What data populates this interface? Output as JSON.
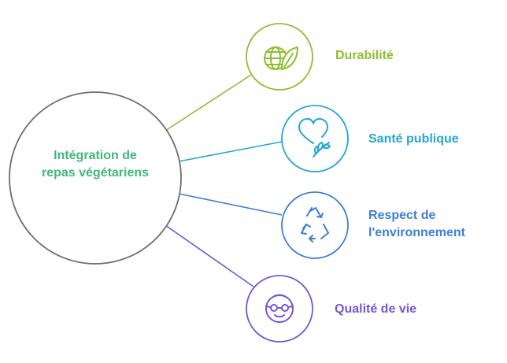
{
  "center": {
    "label_line1": "Intégration de",
    "label_line2": "repas végétariens",
    "color": "#3fb87a"
  },
  "branches": [
    {
      "label": "Durabilité",
      "color": "#8cbf2f",
      "icon": "globe-leaf-icon"
    },
    {
      "label": "Santé publique",
      "color": "#25a6d3",
      "icon": "heart-plant-icon"
    },
    {
      "label_line1": "Respect de",
      "label_line2": "l'environnement",
      "color": "#3d7fd6",
      "icon": "recycle-icon"
    },
    {
      "label": "Qualité de vie",
      "color": "#7357d6",
      "icon": "happy-face-icon"
    }
  ],
  "center_stroke": "#6e6e6e"
}
